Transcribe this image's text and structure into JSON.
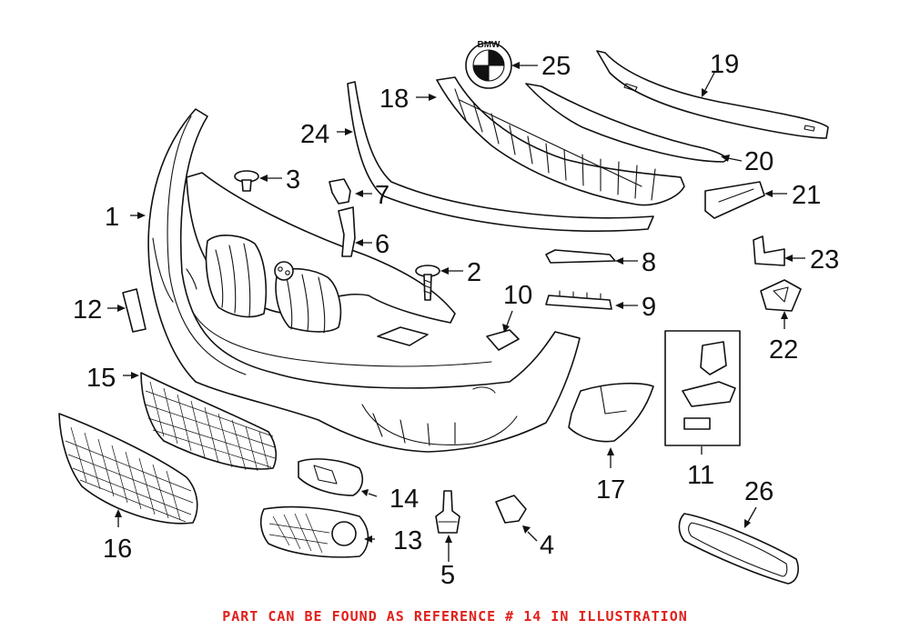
{
  "diagram": {
    "logo_text": "BMW",
    "callouts": [
      {
        "key": "1",
        "label": "1"
      },
      {
        "key": "2",
        "label": "2"
      },
      {
        "key": "3",
        "label": "3"
      },
      {
        "key": "4",
        "label": "4"
      },
      {
        "key": "5",
        "label": "5"
      },
      {
        "key": "6",
        "label": "6"
      },
      {
        "key": "7",
        "label": "7"
      },
      {
        "key": "8",
        "label": "8"
      },
      {
        "key": "9",
        "label": "9"
      },
      {
        "key": "10",
        "label": "10"
      },
      {
        "key": "11",
        "label": "11"
      },
      {
        "key": "12",
        "label": "12"
      },
      {
        "key": "13",
        "label": "13"
      },
      {
        "key": "14",
        "label": "14"
      },
      {
        "key": "15",
        "label": "15"
      },
      {
        "key": "16",
        "label": "16"
      },
      {
        "key": "17",
        "label": "17"
      },
      {
        "key": "18",
        "label": "18"
      },
      {
        "key": "19",
        "label": "19"
      },
      {
        "key": "20",
        "label": "20"
      },
      {
        "key": "21",
        "label": "21"
      },
      {
        "key": "22",
        "label": "22"
      },
      {
        "key": "23",
        "label": "23"
      },
      {
        "key": "24",
        "label": "24"
      },
      {
        "key": "25",
        "label": "25"
      },
      {
        "key": "26",
        "label": "26"
      }
    ]
  },
  "footer": {
    "note": "PART CAN BE FOUND AS REFERENCE # 14 IN ILLUSTRATION",
    "color": "#e0201b"
  }
}
